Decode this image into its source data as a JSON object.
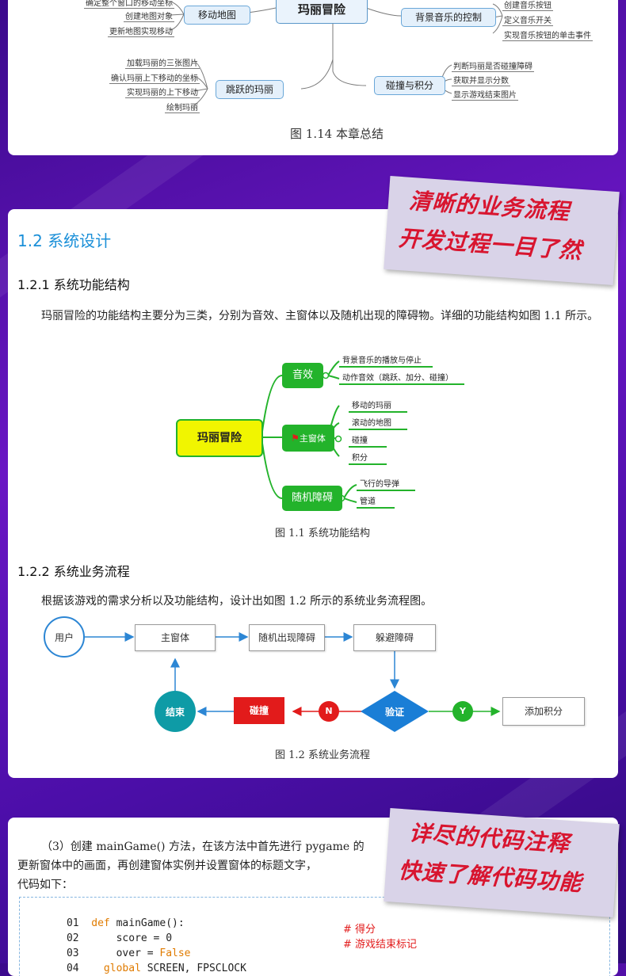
{
  "summary_mindmap": {
    "center": "玛丽冒险",
    "branches": [
      {
        "label": "移动地图",
        "leaves": [
          "确定整个窗口的移动坐标",
          "创建地图对象",
          "更新地图实现移动"
        ]
      },
      {
        "label": "背景音乐的控制",
        "leaves": [
          "创建音乐按钮",
          "定义音乐开关",
          "实现音乐按钮的单击事件"
        ]
      },
      {
        "label": "跳跃的玛丽",
        "leaves": [
          "加载玛丽的三张图片",
          "确认玛丽上下移动的坐标",
          "实现玛丽的上下移动",
          "绘制玛丽"
        ]
      },
      {
        "label": "碰撞与积分",
        "leaves": [
          "判断玛丽是否碰撞障碍",
          "获取并显示分数",
          "显示游戏结束图片"
        ]
      }
    ],
    "caption": "图 1.14  本章总结"
  },
  "banner1": {
    "line1": "清晰的业务流程",
    "line2": "开发过程一目了然"
  },
  "section": {
    "title": "1.2 系统设计",
    "sub1_title": "1.2.1  系统功能结构",
    "sub1_para": "玛丽冒险的功能结构主要分为三类，分别为音效、主窗体以及随机出现的障碍物。详细的功能结构如图 1.1 所示。",
    "sub2_title": "1.2.2  系统业务流程",
    "sub2_para": "根据该游戏的需求分析以及功能结构，设计出如图 1.2 所示的系统业务流程图。"
  },
  "func_diagram": {
    "root": "玛丽冒险",
    "groups": [
      {
        "label": "音效",
        "leaves": [
          "背景音乐的播放与停止",
          "动作音效（跳跃、加分、碰撞）"
        ]
      },
      {
        "label": "主窗体",
        "leaves": [
          "移动的玛丽",
          "滚动的地图",
          "碰撞",
          "积分"
        ]
      },
      {
        "label": "随机障碍",
        "leaves": [
          "飞行的导弹",
          "管道"
        ]
      }
    ],
    "caption": "图 1.1  系统功能结构"
  },
  "flow": {
    "user": "用户",
    "main_window": "主窗体",
    "random_obstacle": "随机出现障碍",
    "avoid": "躲避障碍",
    "verify": "验证",
    "yes": "Y",
    "no": "N",
    "add_score": "添加积分",
    "collision": "碰撞",
    "end": "结束",
    "caption": "图 1.2  系统业务流程"
  },
  "banner2": {
    "line1": "详尽的代码注释",
    "line2": "快速了解代码功能"
  },
  "code_section": {
    "intro_line1": "（3）创建 mainGame() 方法，在该方法中首先进行 pygame 的",
    "intro_line2": "更新窗体中的画面，再创建窗体实例并设置窗体的标题文字，",
    "intro_line3": "代码如下：",
    "lines": [
      {
        "num": "01",
        "kw": "def ",
        "code": "mainGame():",
        "comment": ""
      },
      {
        "num": "02",
        "kw": "",
        "code": "    score = 0",
        "comment": "# 得分"
      },
      {
        "num": "03",
        "kw": "",
        "code": "    over = ",
        "value": "False",
        "comment": "# 游戏结束标记"
      },
      {
        "num": "04",
        "kw": "    global ",
        "code": "SCREEN, FPSCLOCK",
        "comment": ""
      }
    ]
  },
  "colors": {
    "accent": "#1a8fd8",
    "green": "#23b32b",
    "red": "#e21b1b",
    "teal": "#0e9ba6",
    "verify": "#1a7ed6"
  }
}
